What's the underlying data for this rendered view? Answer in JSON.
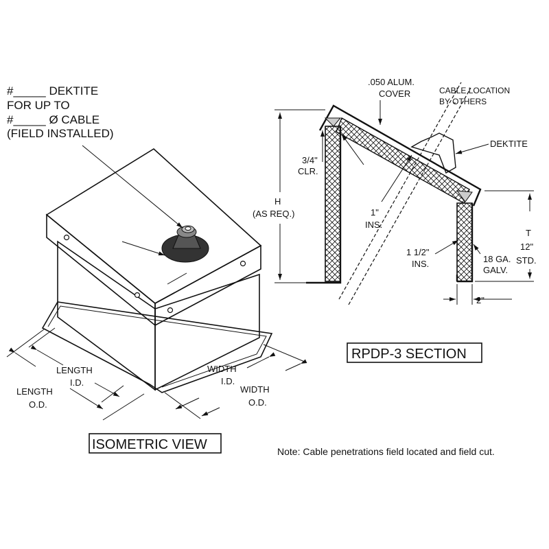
{
  "isometric_view": {
    "title": "ISOMETRIC VIEW",
    "callout": {
      "line1": "#_____ DEKTITE",
      "line2": "FOR UP TO",
      "line3": "#_____ Ø CABLE",
      "line4": "(FIELD INSTALLED)"
    },
    "dims": {
      "length_id_1": "LENGTH",
      "length_id_2": "I.D.",
      "length_od_1": "LENGTH",
      "length_od_2": "O.D.",
      "width_id_1": "WIDTH",
      "width_id_2": "I.D.",
      "width_od_1": "WIDTH",
      "width_od_2": "O.D."
    }
  },
  "section_view": {
    "title": "RPDP-3 SECTION",
    "labels": {
      "cover_1": ".050 ALUM.",
      "cover_2": "COVER",
      "cable_1": "CABLE LOCATION",
      "cable_2": "BY OTHERS",
      "dektite": "DEKTITE",
      "clr_1": "3/4\"",
      "clr_2": "CLR.",
      "h_1": "H",
      "h_2": "(AS REQ.)",
      "ins1_1": "1\"",
      "ins1_2": "INS.",
      "ins15_1": "1 1/2\"",
      "ins15_2": "INS.",
      "t_1": "T",
      "t_2": "12\"",
      "t_3": "STD.",
      "galv_1": "18 GA.",
      "galv_2": "GALV.",
      "dim_2": "2\""
    }
  },
  "note": "Note:  Cable penetrations field located and field cut."
}
